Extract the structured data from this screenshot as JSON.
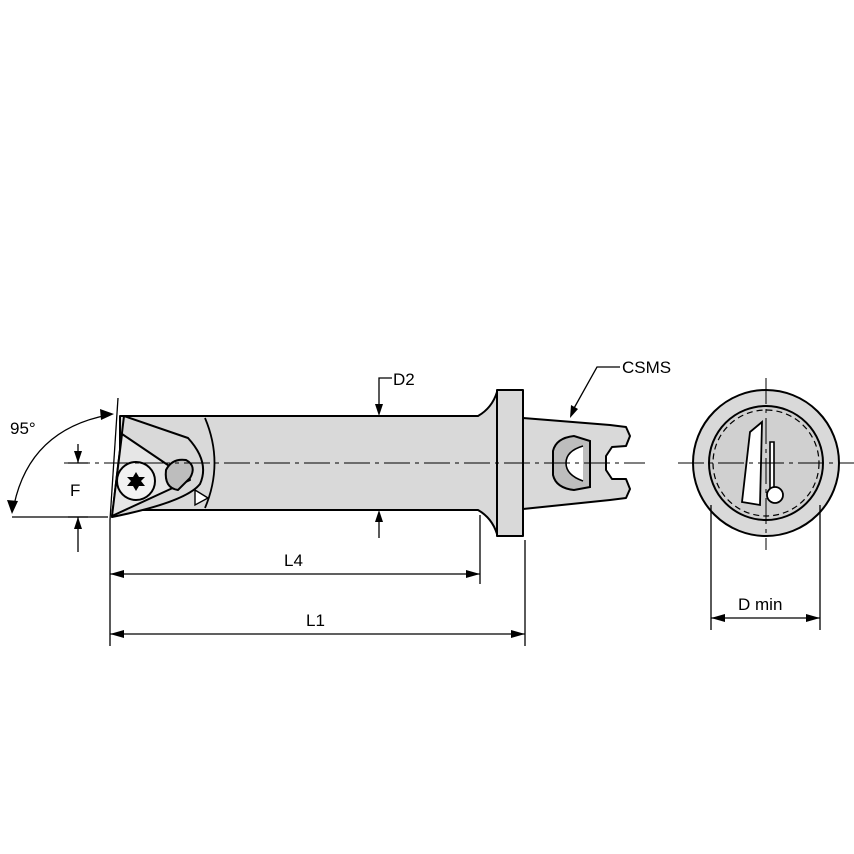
{
  "labels": {
    "angle": "95°",
    "offset_f": "F",
    "diameter_d2": "D2",
    "coupling": "CSMS",
    "length_l4": "L4",
    "length_l1": "L1",
    "min_bore": "D min"
  }
}
